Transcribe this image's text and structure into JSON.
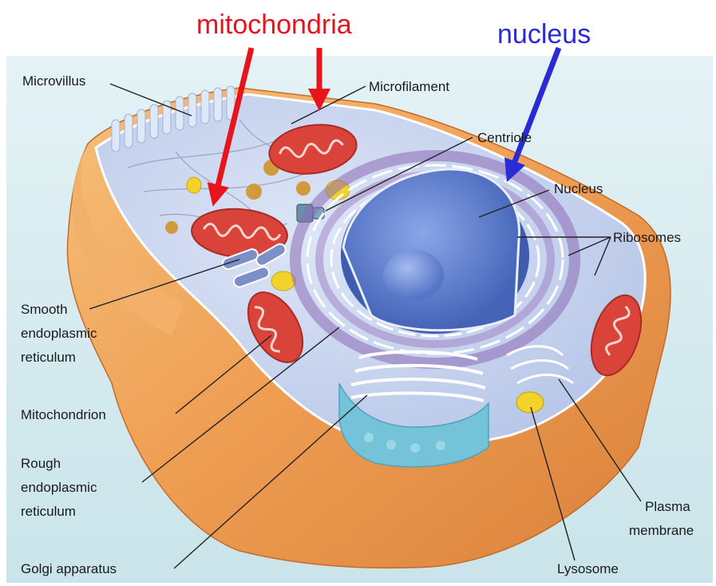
{
  "callouts": {
    "mitochondria": {
      "text": "mitochondria",
      "color": "#e8141b"
    },
    "nucleus": {
      "text": "nucleus",
      "color": "#2b2bd6"
    }
  },
  "labels": {
    "microvillus": "Microvillus",
    "microfilament": "Microfilament",
    "centriole": "Centriole",
    "nucleus": "Nucleus",
    "ribosomes": "Ribosomes",
    "smooth_er_line1": "Smooth",
    "smooth_er_line2": "endoplasmic",
    "smooth_er_line3": "reticulum",
    "mitochondrion": "Mitochondrion",
    "rough_er_line1": "Rough",
    "rough_er_line2": "endoplasmic",
    "rough_er_line3": "reticulum",
    "golgi": "Golgi apparatus",
    "plasma_line1": "Plasma",
    "plasma_line2": "membrane",
    "lysosome": "Lysosome"
  },
  "colors": {
    "background_top": "#e4f2f5",
    "background_bottom": "#c7e3e8",
    "cytoplasm": "#c9d6ef",
    "cell_body": "#f0a85a",
    "mitochondria": "#d9433a",
    "nucleus": "#5d7fd0",
    "rough_er": "#8d6ab5",
    "golgi": "#74c3d8",
    "lysosome": "#f3d22b"
  }
}
